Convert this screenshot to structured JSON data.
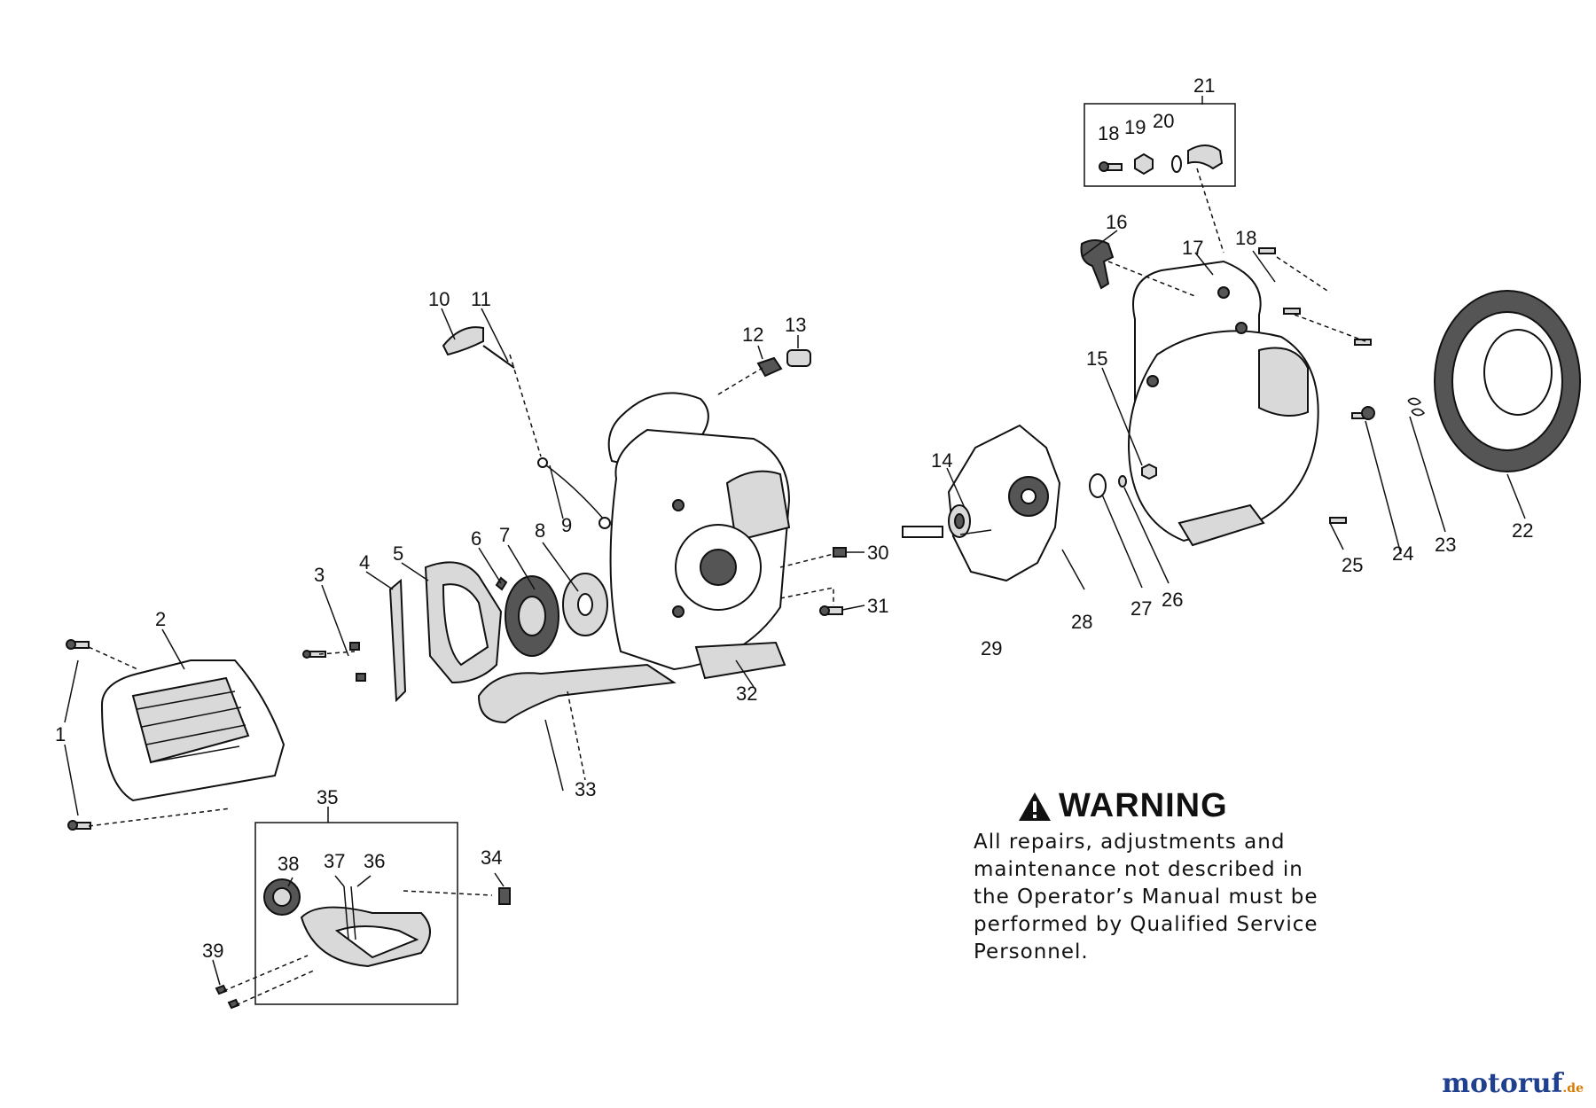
{
  "labels": [
    "1",
    "2",
    "3",
    "4",
    "5",
    "6",
    "7",
    "8",
    "9",
    "10",
    "11",
    "12",
    "13",
    "14",
    "15",
    "16",
    "17",
    "18",
    "18",
    "19",
    "20",
    "21",
    "22",
    "23",
    "24",
    "25",
    "26",
    "27",
    "28",
    "29",
    "30",
    "31",
    "32",
    "33",
    "34",
    "35",
    "36",
    "37",
    "38",
    "39"
  ],
  "warning": {
    "title": "WARNING",
    "lines": [
      "All repairs, adjustments and",
      "maintenance not described in",
      "the Operator’s Manual must be",
      "performed by Qualified Service",
      "Personnel."
    ]
  },
  "brand": {
    "name": "motoruf",
    "tld": ".de",
    "colors": {
      "primary": "#1f3f8f",
      "accent": "#d97a00"
    }
  }
}
